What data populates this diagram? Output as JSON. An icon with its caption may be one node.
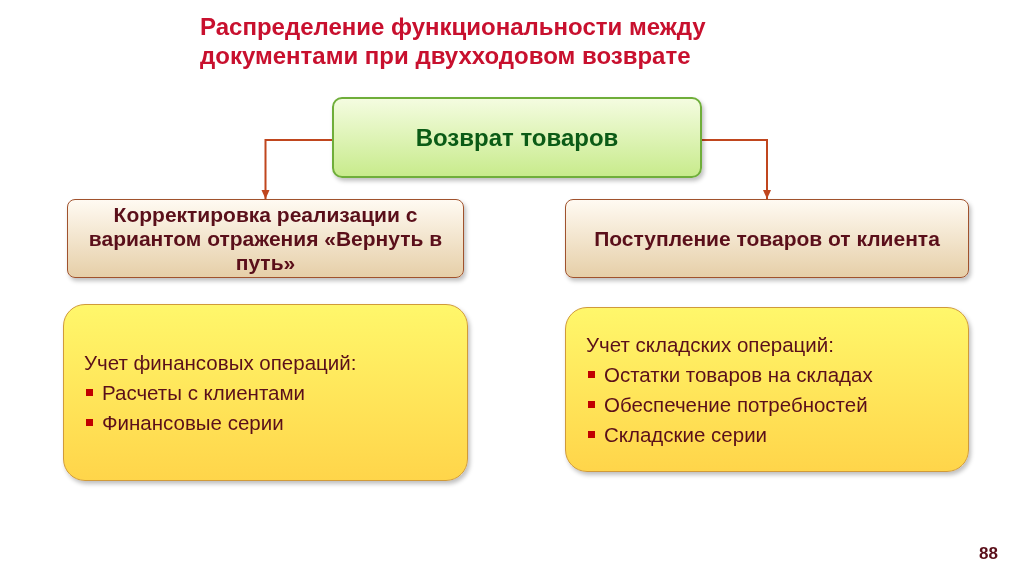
{
  "diagram": {
    "title": "Распределение функциональности между документами при двухходовом возврате",
    "nodes": [
      {
        "text": [
          "Возврат товаров"
        ]
      },
      {
        "text": [
          "Корректировка реализации с вариантом отражения «Вернуть в путь»"
        ]
      },
      {
        "text": [
          "Поступление товаров от клиента"
        ]
      },
      {
        "text": [
          "Учет финансовых операций:",
          "Расчеты с клиентами",
          "Финансовые серии"
        ]
      },
      {
        "text": [
          "Учет складских операций:",
          "Остатки товаров на складах",
          "Обеспечение потребностей",
          "Складские серии"
        ]
      }
    ],
    "edges": [
      {
        "from": 0,
        "to": 1,
        "arrow": "to"
      },
      {
        "from": 0,
        "to": 2,
        "arrow": "to"
      }
    ],
    "labels": [
      "88"
    ]
  }
}
